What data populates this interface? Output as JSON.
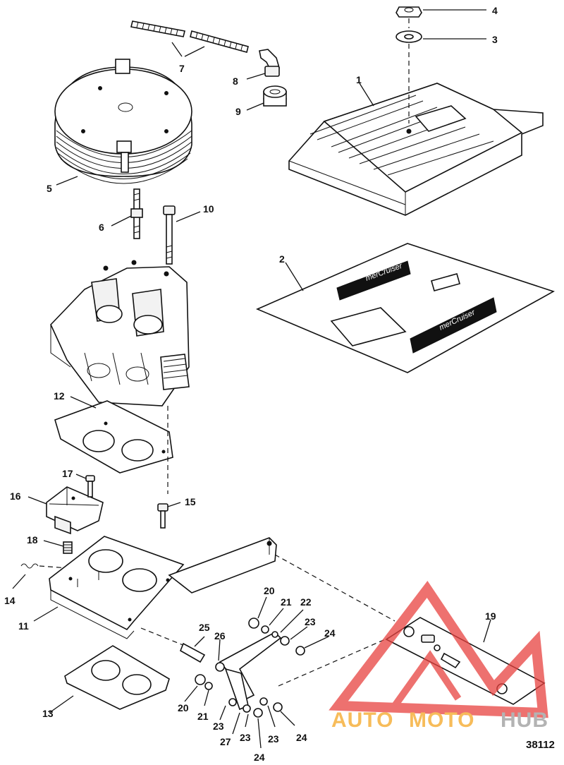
{
  "callouts": {
    "c1": "1",
    "c2": "2",
    "c3": "3",
    "c4": "4",
    "c5": "5",
    "c6": "6",
    "c7": "7",
    "c8": "8",
    "c9": "9",
    "c10": "10",
    "c11": "11",
    "c12": "12",
    "c13": "13",
    "c14": "14",
    "c15": "15",
    "c16": "16",
    "c17": "17",
    "c18": "18",
    "c19": "19",
    "c20a": "20",
    "c20b": "20",
    "c21a": "21",
    "c21b": "21",
    "c22": "22",
    "c23a": "23",
    "c23b": "23",
    "c23c": "23",
    "c23d": "23",
    "c24a": "24",
    "c24b": "24",
    "c24c": "24",
    "c25": "25",
    "c26": "26",
    "c27": "27"
  },
  "decal_text": {
    "d1": "merCruiser",
    "d2": "merCruiser"
  },
  "watermark": {
    "part1": "AUTO",
    "part2": "MOTO",
    "part3": "HUB",
    "color_orange": "#f5a623",
    "color_gray": "#9a9a9a",
    "triangle_color": "#e8423f"
  },
  "figure_number": "38112"
}
